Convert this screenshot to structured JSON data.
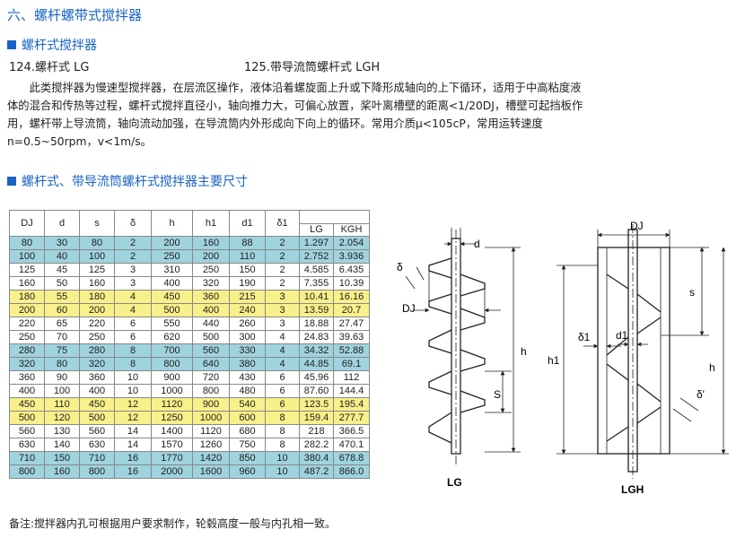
{
  "section_title": "六、螺杆螺带式搅拌器",
  "subsection_1": "螺杆式搅拌器",
  "models": {
    "lg": "124.螺杆式 LG",
    "lgh": "125.带导流筒螺杆式 LGH"
  },
  "description_lines": [
    "　　此类搅拌器为慢速型搅拌器，在层流区操作，液体沿着螺旋面上升或下降形成轴向的上下循环，适用于中高粘度液",
    "体的混合和传热等过程，螺杆式搅拌直径小，轴向推力大，可偏心放置，桨叶离槽壁的距离<1/20DJ，槽壁可起挡板作",
    "用，螺杆带上导流筒，轴向流动加强，在导流筒内外形成向下向上的循环。常用介质μ<105cP，常用运转速度",
    "n=0.5~50rpm，v<1m/s。"
  ],
  "subsection_2": "螺杆式、带导流筒螺杆式搅拌器主要尺寸",
  "table": {
    "headers": [
      "DJ",
      "d",
      "s",
      "δ",
      "h",
      "h1",
      "d1",
      "δ1"
    ],
    "weight_header": "",
    "weight_cols": [
      "LG",
      "KGH"
    ],
    "rows": [
      {
        "color": "cyan",
        "cells": [
          "80",
          "30",
          "80",
          "2",
          "200",
          "160",
          "88",
          "2",
          "1.297",
          "2.054"
        ]
      },
      {
        "color": "cyan",
        "cells": [
          "100",
          "40",
          "100",
          "2",
          "250",
          "200",
          "110",
          "2",
          "2.752",
          "3.936"
        ]
      },
      {
        "color": "white",
        "cells": [
          "125",
          "45",
          "125",
          "3",
          "310",
          "250",
          "150",
          "2",
          "4.585",
          "6.435"
        ]
      },
      {
        "color": "white",
        "cells": [
          "160",
          "50",
          "160",
          "3",
          "400",
          "320",
          "190",
          "2",
          "7.355",
          "10.39"
        ]
      },
      {
        "color": "yellow",
        "cells": [
          "180",
          "55",
          "180",
          "4",
          "450",
          "360",
          "215",
          "3",
          "10.41",
          "16.16"
        ]
      },
      {
        "color": "yellow",
        "cells": [
          "200",
          "60",
          "200",
          "4",
          "500",
          "400",
          "240",
          "3",
          "13.59",
          "20.7"
        ]
      },
      {
        "color": "white",
        "cells": [
          "220",
          "65",
          "220",
          "6",
          "550",
          "440",
          "260",
          "3",
          "18.88",
          "27.47"
        ]
      },
      {
        "color": "white",
        "cells": [
          "250",
          "70",
          "250",
          "6",
          "620",
          "500",
          "300",
          "4",
          "24.83",
          "39.63"
        ]
      },
      {
        "color": "cyan",
        "cells": [
          "280",
          "75",
          "280",
          "8",
          "700",
          "560",
          "330",
          "4",
          "34.32",
          "52.88"
        ]
      },
      {
        "color": "cyan",
        "cells": [
          "320",
          "80",
          "320",
          "8",
          "800",
          "640",
          "380",
          "4",
          "44.85",
          "69.1"
        ]
      },
      {
        "color": "white",
        "cells": [
          "360",
          "90",
          "360",
          "10",
          "900",
          "720",
          "430",
          "6",
          "45.96",
          "112"
        ]
      },
      {
        "color": "white",
        "cells": [
          "400",
          "100",
          "400",
          "10",
          "1000",
          "800",
          "480",
          "6",
          "87.60",
          "144.4"
        ]
      },
      {
        "color": "yellow",
        "cells": [
          "450",
          "110",
          "450",
          "12",
          "1120",
          "900",
          "540",
          "6",
          "123.5",
          "195.4"
        ]
      },
      {
        "color": "yellow",
        "cells": [
          "500",
          "120",
          "500",
          "12",
          "1250",
          "1000",
          "600",
          "8",
          "159.4",
          "277.7"
        ]
      },
      {
        "color": "white",
        "cells": [
          "560",
          "130",
          "560",
          "14",
          "1400",
          "1120",
          "680",
          "8",
          "218",
          "366.5"
        ]
      },
      {
        "color": "white",
        "cells": [
          "630",
          "140",
          "630",
          "14",
          "1570",
          "1260",
          "750",
          "8",
          "282.2",
          "470.1"
        ]
      },
      {
        "color": "cyan",
        "cells": [
          "710",
          "150",
          "710",
          "16",
          "1770",
          "1420",
          "850",
          "10",
          "380.4",
          "678.8"
        ]
      },
      {
        "color": "cyan",
        "cells": [
          "800",
          "160",
          "800",
          "16",
          "2000",
          "1600",
          "960",
          "10",
          "487.2",
          "866.0"
        ]
      }
    ]
  },
  "note": "备注:搅拌器内孔可根据用户要求制作，轮毂高度一般与内孔相一致。",
  "drawing": {
    "left_caption": "LG",
    "right_caption": "LGH",
    "labels": {
      "d": "d",
      "delta": "δ",
      "dj": "DJ",
      "s": "S",
      "h": "h",
      "s_right": "s",
      "h1": "h1",
      "delta1": "δ1",
      "d1": "d1",
      "delta_prime": "δ'"
    }
  }
}
